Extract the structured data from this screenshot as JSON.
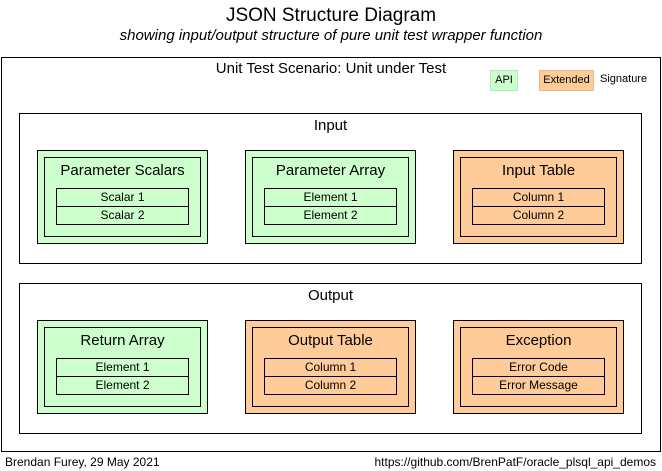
{
  "title": "JSON Structure Diagram",
  "subtitle": "showing input/output structure of pure unit test wrapper function",
  "scenario_label": "Unit Test Scenario: Unit under Test",
  "legend": {
    "api": "API",
    "extended": "Extended",
    "signature": "Signature"
  },
  "colors": {
    "api": "#ccffcc",
    "extended": "#ffcc99"
  },
  "input": {
    "label": "Input",
    "groups": [
      {
        "title": "Parameter Scalars",
        "kind": "api",
        "rows": [
          "Scalar 1",
          "Scalar 2"
        ]
      },
      {
        "title": "Parameter Array",
        "kind": "api",
        "rows": [
          "Element 1",
          "Element 2"
        ]
      },
      {
        "title": "Input Table",
        "kind": "extended",
        "rows": [
          "Column 1",
          "Column 2"
        ]
      }
    ]
  },
  "output": {
    "label": "Output",
    "groups": [
      {
        "title": "Return Array",
        "kind": "api",
        "rows": [
          "Element 1",
          "Element 2"
        ]
      },
      {
        "title": "Output Table",
        "kind": "extended",
        "rows": [
          "Column 1",
          "Column 2"
        ]
      },
      {
        "title": "Exception",
        "kind": "extended",
        "rows": [
          "Error Code",
          "Error Message"
        ]
      }
    ]
  },
  "footer": {
    "author": "Brendan Furey, 29 May 2021",
    "url": "https://github.com/BrenPatF/oracle_plsql_api_demos"
  }
}
